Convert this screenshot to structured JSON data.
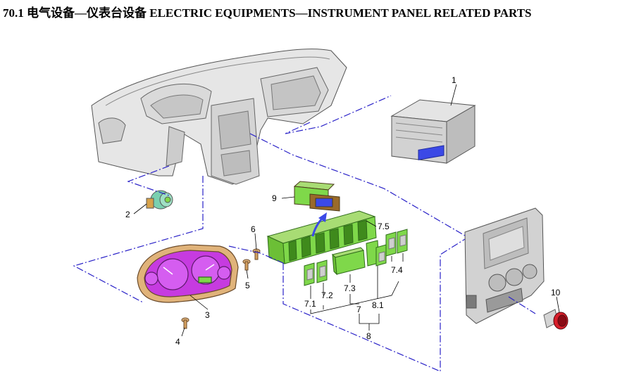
{
  "title": "70.1 电气设备—仪表台设备 ELECTRIC EQUIPMENTS—INSTRUMENT PANEL RELATED PARTS",
  "colors": {
    "leader": "#2a22c8",
    "part_green": "#7fd84a",
    "cluster_magenta": "#c63be0",
    "display_blue": "#3b49e6",
    "panel_gray": "#cfcfcf",
    "knob_red": "#d81e2a"
  },
  "callouts": {
    "c1": "1",
    "c2": "2",
    "c3": "3",
    "c4": "4",
    "c5": "5",
    "c6": "6",
    "c7": "7",
    "c7_1": "7.1",
    "c7_2": "7.2",
    "c7_3": "7.3",
    "c7_4": "7.4",
    "c7_5": "7.5",
    "c8": "8",
    "c8_1": "8.1",
    "c9": "9",
    "c10": "10"
  }
}
